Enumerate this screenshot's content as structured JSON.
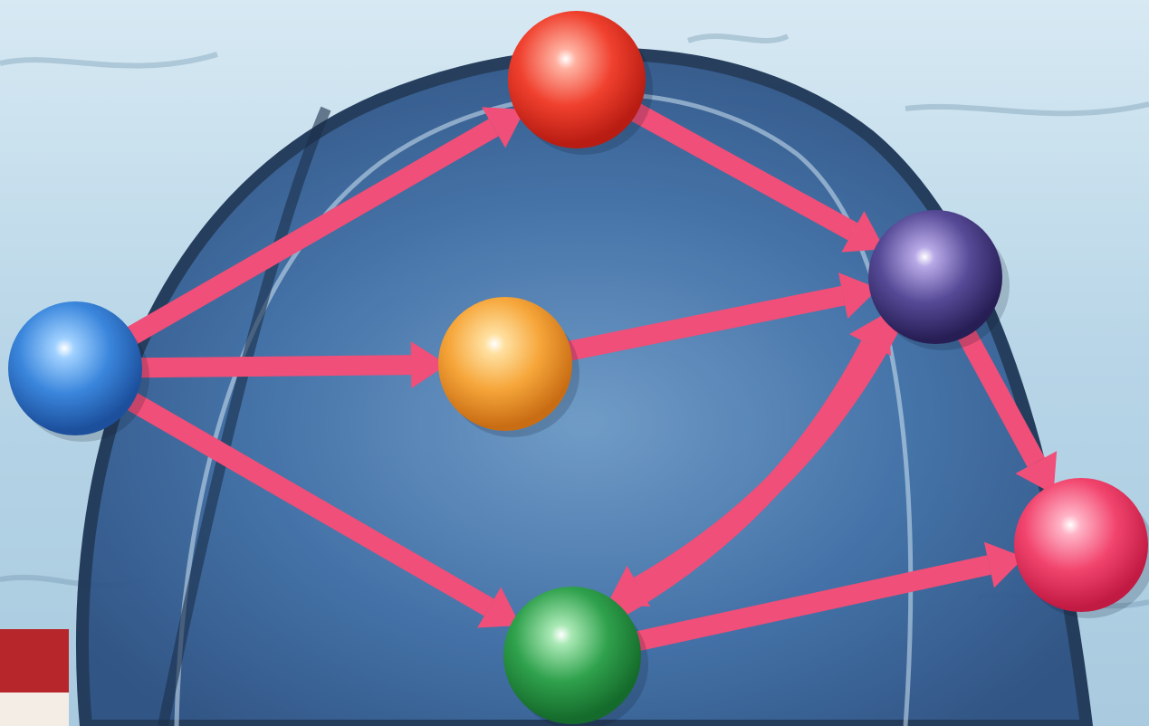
{
  "diagram": {
    "nodes": [
      {
        "id": "blue",
        "color": "#2a6fc8"
      },
      {
        "id": "red",
        "color": "#e8261c"
      },
      {
        "id": "orange",
        "color": "#f29a26"
      },
      {
        "id": "purple",
        "color": "#3f3474"
      },
      {
        "id": "green",
        "color": "#1f8a3b"
      },
      {
        "id": "pink",
        "color": "#ef2c5a"
      }
    ],
    "edges": [
      {
        "from": "blue",
        "to": "red"
      },
      {
        "from": "blue",
        "to": "orange"
      },
      {
        "from": "blue",
        "to": "green"
      },
      {
        "from": "red",
        "to": "purple"
      },
      {
        "from": "orange",
        "to": "purple"
      },
      {
        "from": "green",
        "to": "purple"
      },
      {
        "from": "purple",
        "to": "green"
      },
      {
        "from": "purple",
        "to": "pink"
      },
      {
        "from": "green",
        "to": "pink"
      }
    ],
    "edge_color": "#ef4f78"
  }
}
